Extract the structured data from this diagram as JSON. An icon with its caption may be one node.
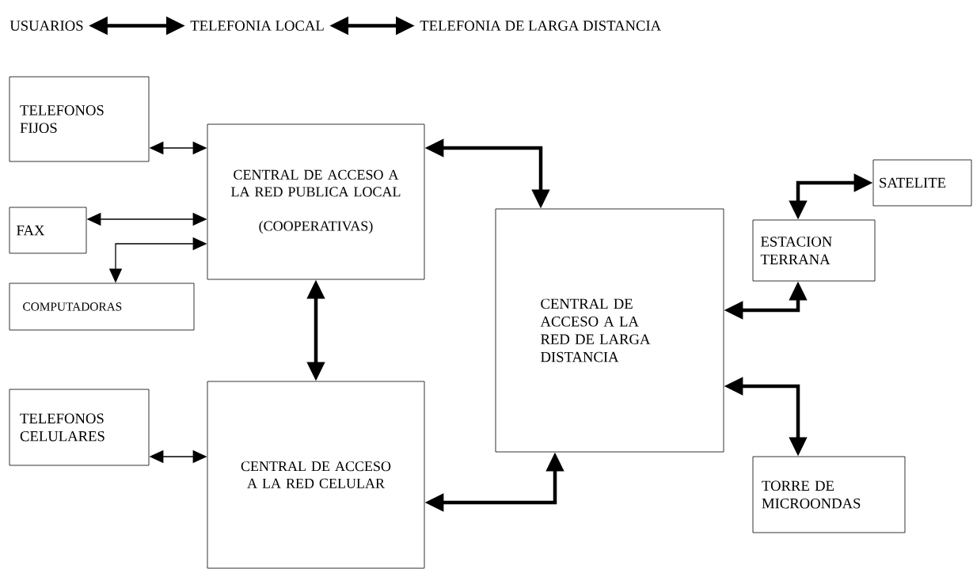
{
  "diagram": {
    "nodes": [
      {
        "text": [
          "USUARIOS"
        ]
      },
      {
        "text": [
          "TELEFONIA LOCAL"
        ]
      },
      {
        "text": [
          "TELEFONIA DE LARGA DISTANCIA"
        ]
      },
      {
        "text": [
          "TELEFONOS FIJOS"
        ]
      },
      {
        "text": [
          "CENTRAL DE ACCESO A LA RED PUBLICA LOCAL",
          "(COOPERATIVAS)"
        ]
      },
      {
        "text": [
          "FAX"
        ]
      },
      {
        "text": [
          "COMPUTADORAS"
        ]
      },
      {
        "text": [
          "SATELITE"
        ]
      },
      {
        "text": [
          "CENTRAL DE ACCESO A LA RED DE LARGA DISTANCIA"
        ]
      },
      {
        "text": [
          "ESTACION TERRANA"
        ]
      },
      {
        "text": [
          "TELEFONOS CELULARES"
        ]
      },
      {
        "text": [
          "CENTRAL DE ACCESO A LA RED CELULAR"
        ]
      },
      {
        "text": [
          "TORRE DE MICROONDAS"
        ]
      }
    ],
    "edges": [
      {
        "from": 0,
        "to": 1,
        "arrow": "both"
      },
      {
        "from": 1,
        "to": 2,
        "arrow": "both"
      },
      {
        "from": 3,
        "to": 4,
        "arrow": "both"
      },
      {
        "from": 5,
        "to": 4,
        "arrow": "both"
      },
      {
        "from": 6,
        "to": 4,
        "arrow": "both"
      },
      {
        "from": 4,
        "to": 8,
        "arrow": "both"
      },
      {
        "from": 4,
        "to": 11,
        "arrow": "both"
      },
      {
        "from": 10,
        "to": 11,
        "arrow": "both"
      },
      {
        "from": 11,
        "to": 8,
        "arrow": "both"
      },
      {
        "from": 8,
        "to": 9,
        "arrow": "both"
      },
      {
        "from": 9,
        "to": 7,
        "arrow": "both"
      },
      {
        "from": 8,
        "to": 12,
        "arrow": "both"
      }
    ]
  }
}
